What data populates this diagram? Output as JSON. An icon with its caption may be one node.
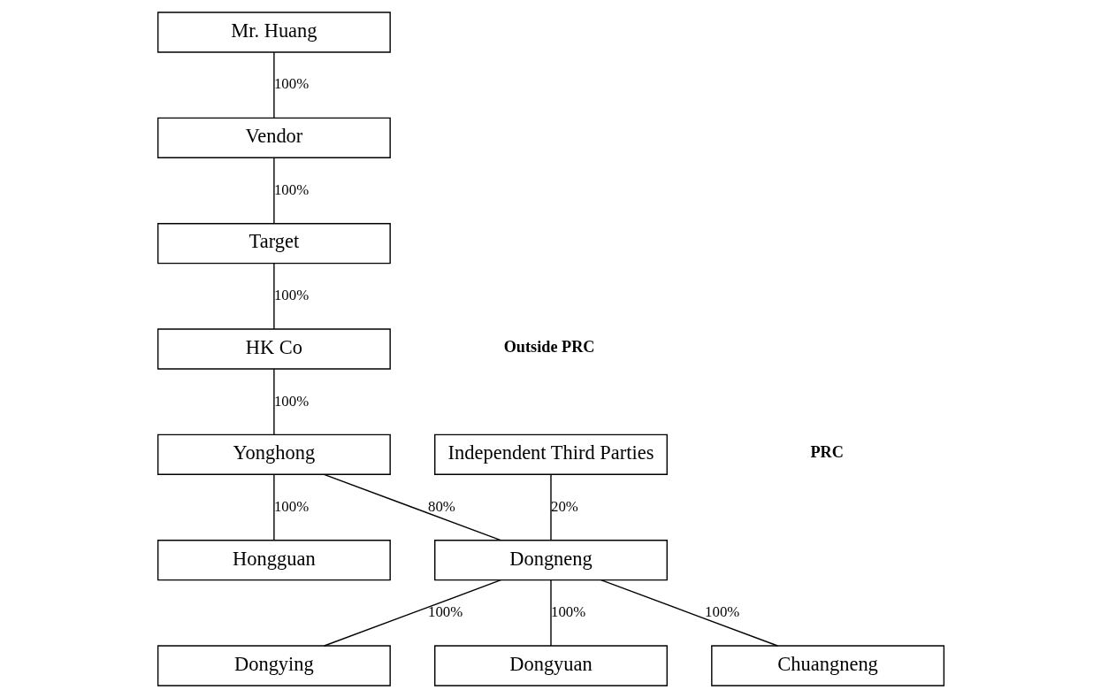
{
  "diagram": {
    "nodes": [
      {
        "text": [
          "Mr. Huang"
        ]
      },
      {
        "text": [
          "Vendor"
        ]
      },
      {
        "text": [
          "Target"
        ]
      },
      {
        "text": [
          "HK Co"
        ]
      },
      {
        "text": [
          "Independent Third Parties"
        ]
      },
      {
        "text": [
          "Yonghong"
        ]
      },
      {
        "text": [
          "Dongneng"
        ]
      },
      {
        "text": [
          "Hongguan"
        ]
      },
      {
        "text": [
          "Dongying"
        ]
      },
      {
        "text": [
          "Dongyuan"
        ]
      },
      {
        "text": [
          "Chuangneng"
        ]
      }
    ],
    "edges": [
      {
        "from": 0,
        "to": 1,
        "arrow": "none",
        "label": "100%"
      },
      {
        "from": 1,
        "to": 2,
        "arrow": "none",
        "label": "100%"
      },
      {
        "from": 2,
        "to": 3,
        "arrow": "none",
        "label": "100%"
      },
      {
        "from": 3,
        "to": 5,
        "arrow": "none",
        "label": "100%"
      },
      {
        "from": 4,
        "to": 6,
        "arrow": "none",
        "label": "20%"
      },
      {
        "from": 5,
        "to": 6,
        "arrow": "none",
        "label": "80%"
      },
      {
        "from": 5,
        "to": 7,
        "arrow": "none",
        "label": "100%"
      },
      {
        "from": 6,
        "to": 8,
        "arrow": "none",
        "label": "100%"
      },
      {
        "from": 6,
        "to": 9,
        "arrow": "none",
        "label": "100%"
      },
      {
        "from": 6,
        "to": 10,
        "arrow": "none",
        "label": "100%"
      }
    ],
    "labels": [
      "Outside PRC",
      "PRC"
    ]
  }
}
